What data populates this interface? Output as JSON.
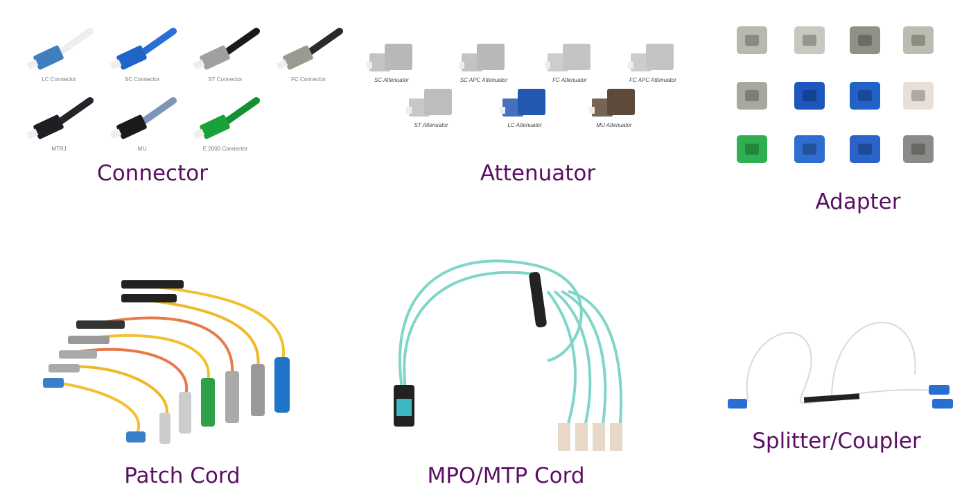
{
  "sections": {
    "connector": {
      "title": "Connector",
      "items": [
        {
          "label": "LC Connector",
          "color": "#3f7fc0",
          "boot": "#eeeeea"
        },
        {
          "label": "SC Connector",
          "color": "#1f64c8",
          "boot": "#2a6fd6"
        },
        {
          "label": "ST Connector",
          "color": "#a0a0a0",
          "boot": "#1a1a1a"
        },
        {
          "label": "FC Connector",
          "color": "#9a9a90",
          "boot": "#2a2a2a"
        },
        {
          "label": "MTRJ",
          "color": "#1e1e24",
          "boot": "#24242a"
        },
        {
          "label": "MU",
          "color": "#1a1a1a",
          "boot": "#7d95b8"
        },
        {
          "label": "E 2000 Connector",
          "color": "#1aa23a",
          "boot": "#139030"
        }
      ]
    },
    "attenuator": {
      "title": "Attenuator",
      "items": [
        {
          "label": "SC Attenuator",
          "color": "#b8b8b8"
        },
        {
          "label": "SC APC Attenuator",
          "color": "#b8b8b8"
        },
        {
          "label": "FC Attenuator",
          "color": "#c4c4c4"
        },
        {
          "label": "FC APC Attenuator",
          "color": "#c4c4c4"
        },
        {
          "label": "ST Attenuator",
          "color": "#bdbdbd"
        },
        {
          "label": "LC Attenuator",
          "color": "#2458b0"
        },
        {
          "label": "MU Attenuator",
          "color": "#5e4a3a"
        }
      ]
    },
    "adapter": {
      "title": "Adapter",
      "items": [
        "#b8b8b0",
        "#c8c8c0",
        "#909088",
        "#bcbcb0",
        "#a8a89c",
        "#1e56c0",
        "#2262c8",
        "#e8e0d8",
        "#2fb050",
        "#2e6ed0",
        "#2a64c8",
        "#8a8a86"
      ]
    },
    "patch_cord": {
      "title": "Patch Cord"
    },
    "mpo_cord": {
      "title": "MPO/MTP Cord"
    },
    "splitter": {
      "title": "Splitter/Coupler"
    }
  }
}
